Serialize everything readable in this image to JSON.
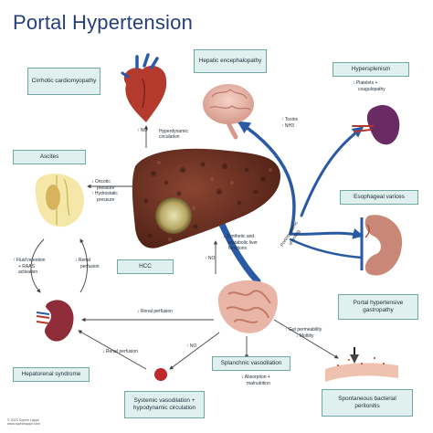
{
  "title": "Portal Hypertension",
  "boxes": {
    "cirrhotic": "Cirrhotic cardiomyopathy",
    "hepatic_enceph": "Hepatic encephalopathy",
    "hypersplenism": "Hypersplenism",
    "ascites": "Ascites",
    "esophageal": "Esophageal varices",
    "hcc": "HCC",
    "portal_gastro": "Portal hypertensive gastropathy",
    "hepatorenal": "Hepatorenal syndrome",
    "splanchnic": "Splanchnic vasodilation",
    "systemic": "Systemic vasodilation + hypodynamic circulation",
    "sbp": "Spontaneous bacterial peritonitis"
  },
  "notes": {
    "hyperdynamic": [
      "↑ NO",
      "Hyperdynamic",
      "circulation"
    ],
    "toxins": [
      "↑ Toxins",
      "↑ NH3"
    ],
    "platelets": [
      "↓ Platelets +",
      "coagulopathy"
    ],
    "oncotic": [
      "↓ Oncotic",
      "pressure",
      "↑ Hydrostatic",
      "pressure"
    ],
    "synthetic": [
      "↓ Synthetic and",
      "metabolic liver",
      "functions"
    ],
    "portosystemic": [
      "Portosystemic",
      "shunting"
    ],
    "fluid": [
      "↑ Fluid retention",
      "+ RAAS",
      "activation"
    ],
    "renal_perf_left": [
      "↓ Renal",
      "perfusion"
    ],
    "no_mid": [
      "↑ NO"
    ],
    "renal_perf_mid": [
      "↓ Renal perfusion"
    ],
    "renal_perf_low": [
      "↓ Renal perfusion"
    ],
    "no_low": [
      "↑ NO"
    ],
    "gut": [
      "↑ Gut permeability",
      "↓ Motility"
    ],
    "absorption": [
      "↓ Absorption +",
      "malnutrition"
    ]
  },
  "copyright": [
    "© 2023 Sophie Lappe",
    "www.sophielappe.com"
  ],
  "colors": {
    "title": "#243f7a",
    "box_fill": "#dff0ee",
    "box_border": "#6fa7a3",
    "vein": "#2a5aa6",
    "liver": "#6b2f22",
    "arrow": "#444444"
  }
}
